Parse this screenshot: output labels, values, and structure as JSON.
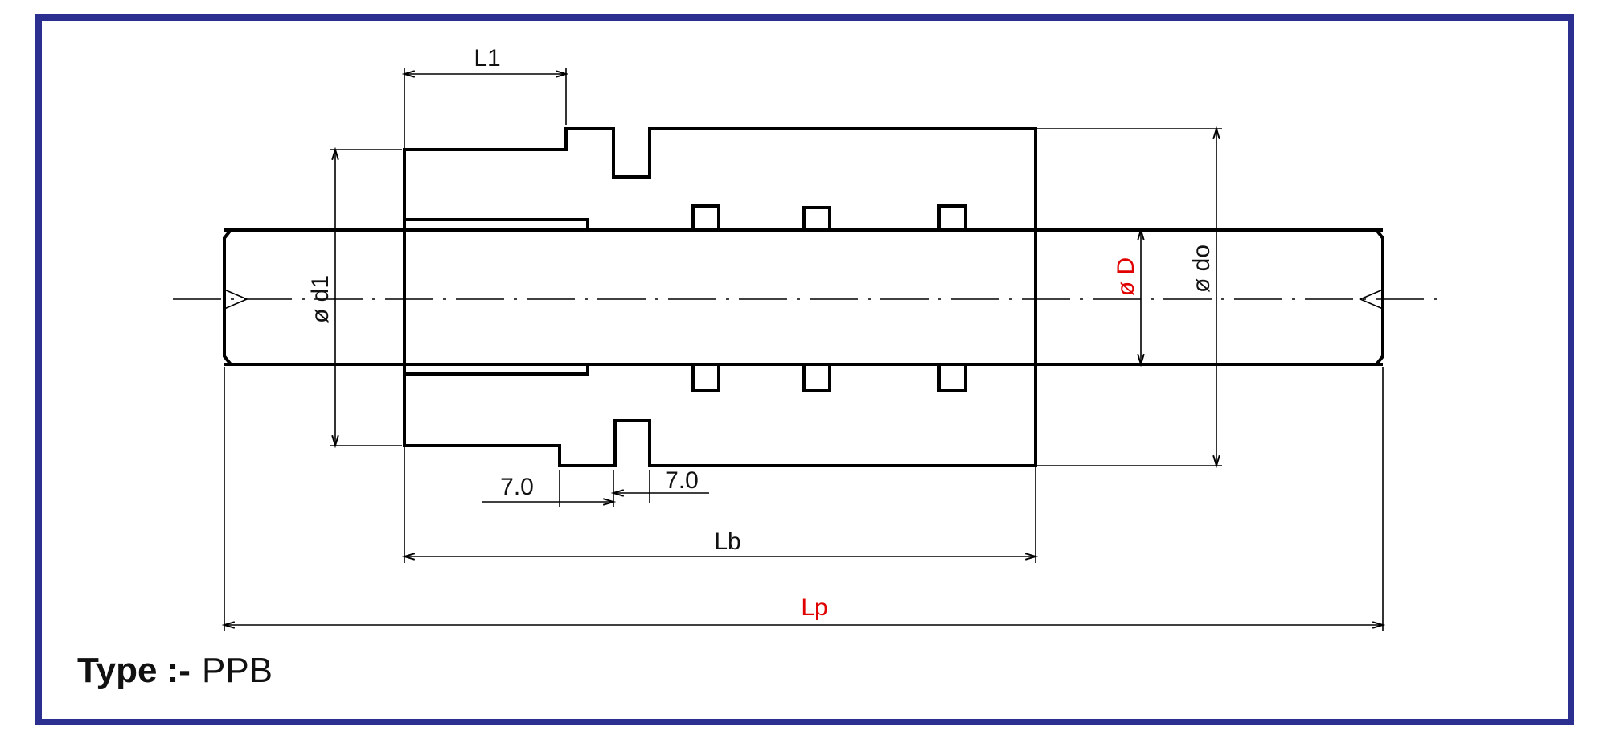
{
  "frame_color": "#2b2f8f",
  "labels": {
    "L1": "L1",
    "d1": "ø d1",
    "D": "ø D",
    "do": "ø do",
    "groove_left": "7.0",
    "groove_right": "7.0",
    "Lb": "Lb",
    "Lp": "Lp"
  },
  "highlight_color": "#e00000",
  "type_caption": {
    "prefix": "Type :-",
    "value": "PPB"
  }
}
